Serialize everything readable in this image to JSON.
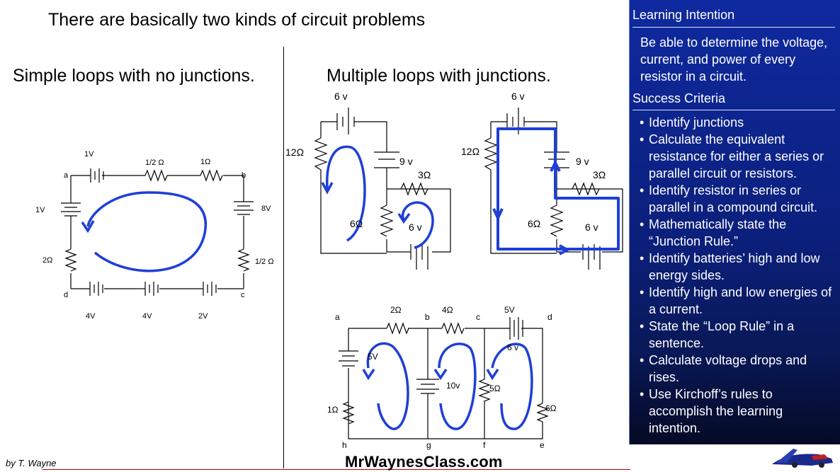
{
  "slide": {
    "title": "There are basically two kinds of circuit problems",
    "left_heading": "Simple loops with no junctions.",
    "right_heading": "Multiple loops with junctions.",
    "author": "by T. Wayne",
    "website": "MrWaynesClass.com"
  },
  "circuit_simple": {
    "nodes": [
      "a",
      "b",
      "c",
      "d"
    ],
    "labels": {
      "top_battery": "1V",
      "top_resistor_1": "1/2 Ω",
      "top_resistor_2": "1Ω",
      "left_battery": "1V",
      "left_resistor": "2Ω",
      "right_battery": "8V",
      "right_resistor": "1/2 Ω",
      "bottom_battery_1": "4V",
      "bottom_battery_2": "4V",
      "bottom_battery_3": "2V"
    }
  },
  "circuit_two_loop_a": {
    "labels": {
      "top_battery": "6 v",
      "left_resistor": "12Ω",
      "mid_battery": "9 v",
      "right_resistor": "3Ω",
      "mid_resistor": "6Ω",
      "bottom_battery": "6 v"
    }
  },
  "circuit_two_loop_b": {
    "labels": {
      "top_battery": "6 v",
      "left_resistor": "12Ω",
      "mid_battery": "9 v",
      "right_resistor": "3Ω",
      "mid_resistor": "6Ω",
      "bottom_battery": "6 v"
    }
  },
  "circuit_three_loop": {
    "nodes": [
      "a",
      "b",
      "c",
      "d",
      "e",
      "f",
      "g",
      "h"
    ],
    "labels": {
      "r_ab": "2Ω",
      "r_bc": "4Ω",
      "battery_cd": "5V",
      "battery_cd_inner": "6 v",
      "battery_left": "5V",
      "battery_mid": "10v",
      "r_mid": "5Ω",
      "r_left": "1Ω",
      "r_right": "6Ω"
    }
  },
  "sidebar": {
    "learning_intention_title": "Learning Intention",
    "learning_intention_text": "Be able to determine the voltage, current, and power of every resistor in a circuit.",
    "success_criteria_title": "Success Criteria",
    "success_criteria": [
      "Identify junctions",
      "Calculate the equivalent resistance for either a series or parallel circuit or resistors.",
      "Identify resistor in series or parallel in a compound circuit.",
      "Mathematically state the “Junction Rule.”",
      "Identify batteries’ high and low energy sides.",
      "Identify high and low energies of a current.",
      "State the “Loop Rule” in a sentence.",
      "Calculate voltage drops and rises.",
      "Use Kirchoff’s rules to accomplish the learning intention."
    ]
  },
  "colors": {
    "loop_arrow": "#1f3fd6",
    "sidebar_top": "#0f2aa0",
    "sidebar_bottom": "#050a25",
    "footer_rule": "#c00000"
  },
  "icons": {
    "logo": "rocket-car-icon"
  }
}
